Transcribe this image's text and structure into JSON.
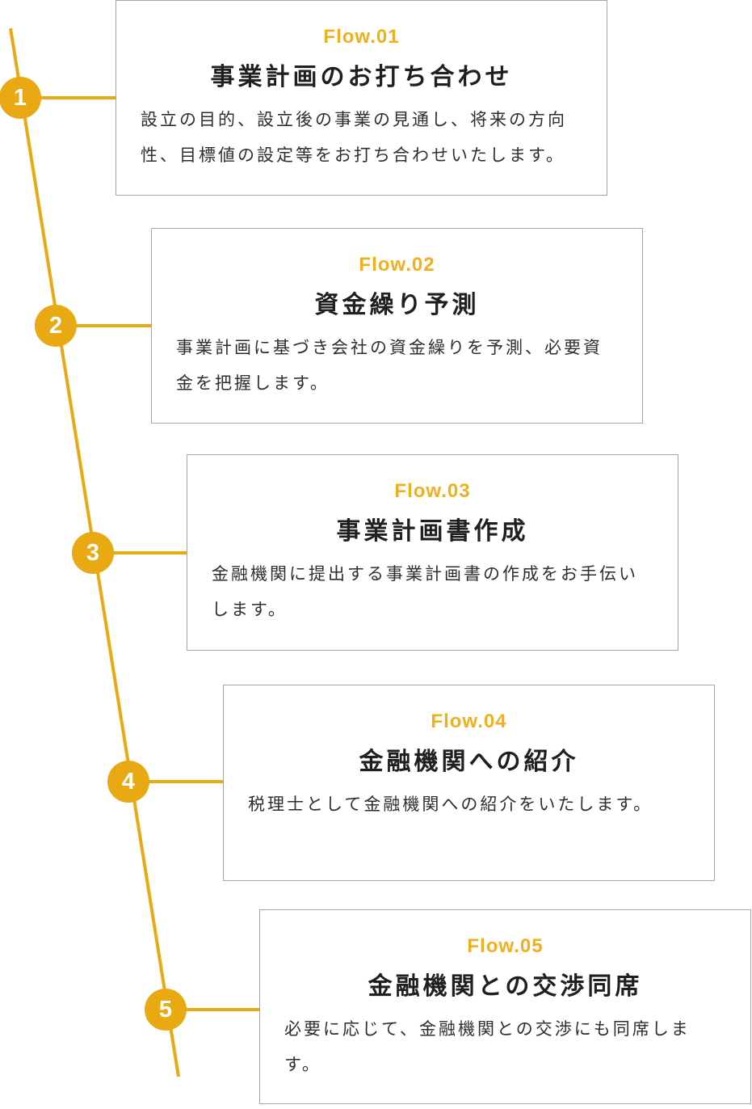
{
  "colors": {
    "accent": "#E9A913",
    "flow_label": "#F0B01C",
    "card_border": "#a6a6a6",
    "title_text": "#1f1f1f",
    "body_text": "#2e2e2e",
    "card_bg": "#ffffff"
  },
  "flow": {
    "steps": [
      {
        "number": "1",
        "label": "Flow.01",
        "title": "事業計画のお打ち合わせ",
        "description": "設立の目的、設立後の事業の見通し、将来の方向性、目標値の設定等をお打ち合わせいたします。"
      },
      {
        "number": "2",
        "label": "Flow.02",
        "title": "資金繰り予測",
        "description": "事業計画に基づき会社の資金繰りを予測、必要資金を把握します。"
      },
      {
        "number": "3",
        "label": "Flow.03",
        "title": "事業計画書作成",
        "description": "金融機関に提出する事業計画書の作成をお手伝いします。"
      },
      {
        "number": "4",
        "label": "Flow.04",
        "title": "金融機関への紹介",
        "description": "税理士として金融機関への紹介をいたします。"
      },
      {
        "number": "5",
        "label": "Flow.05",
        "title": "金融機関との交渉同席",
        "description": "必要に応じて、金融機関との交渉にも同席します。"
      }
    ]
  }
}
